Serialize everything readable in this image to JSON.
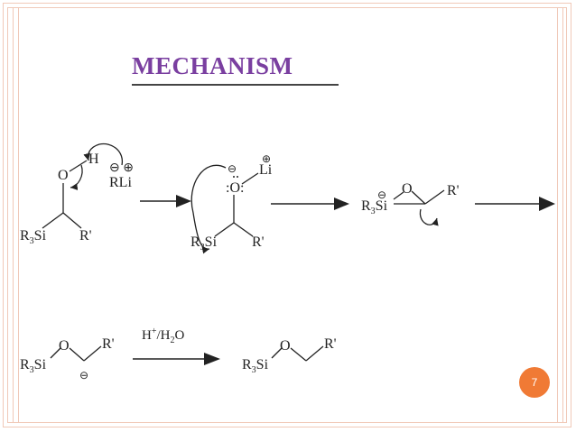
{
  "slide": {
    "title": "MECHANISM",
    "page_number": "7"
  },
  "colors": {
    "title": "#7a3fa0",
    "frame": "#f0c9b8",
    "badge": "#f07a35"
  },
  "reaction": {
    "step1": {
      "o": "O",
      "h": "H",
      "charges": "⊖ ⊕",
      "rli": "RLi",
      "r3si": "R",
      "r3si_sub": "3",
      "si": "Si",
      "rprime": "R'"
    },
    "step2": {
      "minus": "⊖",
      "plus": "⊕",
      "o": ":O:",
      "li": "Li",
      "r3si": "R",
      "r3si_sub": "3",
      "si": "Si",
      "rprime": "R'"
    },
    "step3": {
      "minus": "⊖",
      "o": "O",
      "r3si": "R",
      "r3si_sub": "3",
      "si": "Si",
      "rprime": "R'"
    },
    "step4": {
      "r3si": "R",
      "r3si_sub": "3",
      "si": "Si",
      "o": "O",
      "rprime": "R'",
      "minus": "⊖"
    },
    "conditions": {
      "h": "H",
      "plus": "+",
      "sep": "/H",
      "sub2": "2",
      "o": "O"
    },
    "product": {
      "r3si": "R",
      "r3si_sub": "3",
      "si": "Si",
      "o": "O",
      "rprime": "R'"
    }
  }
}
